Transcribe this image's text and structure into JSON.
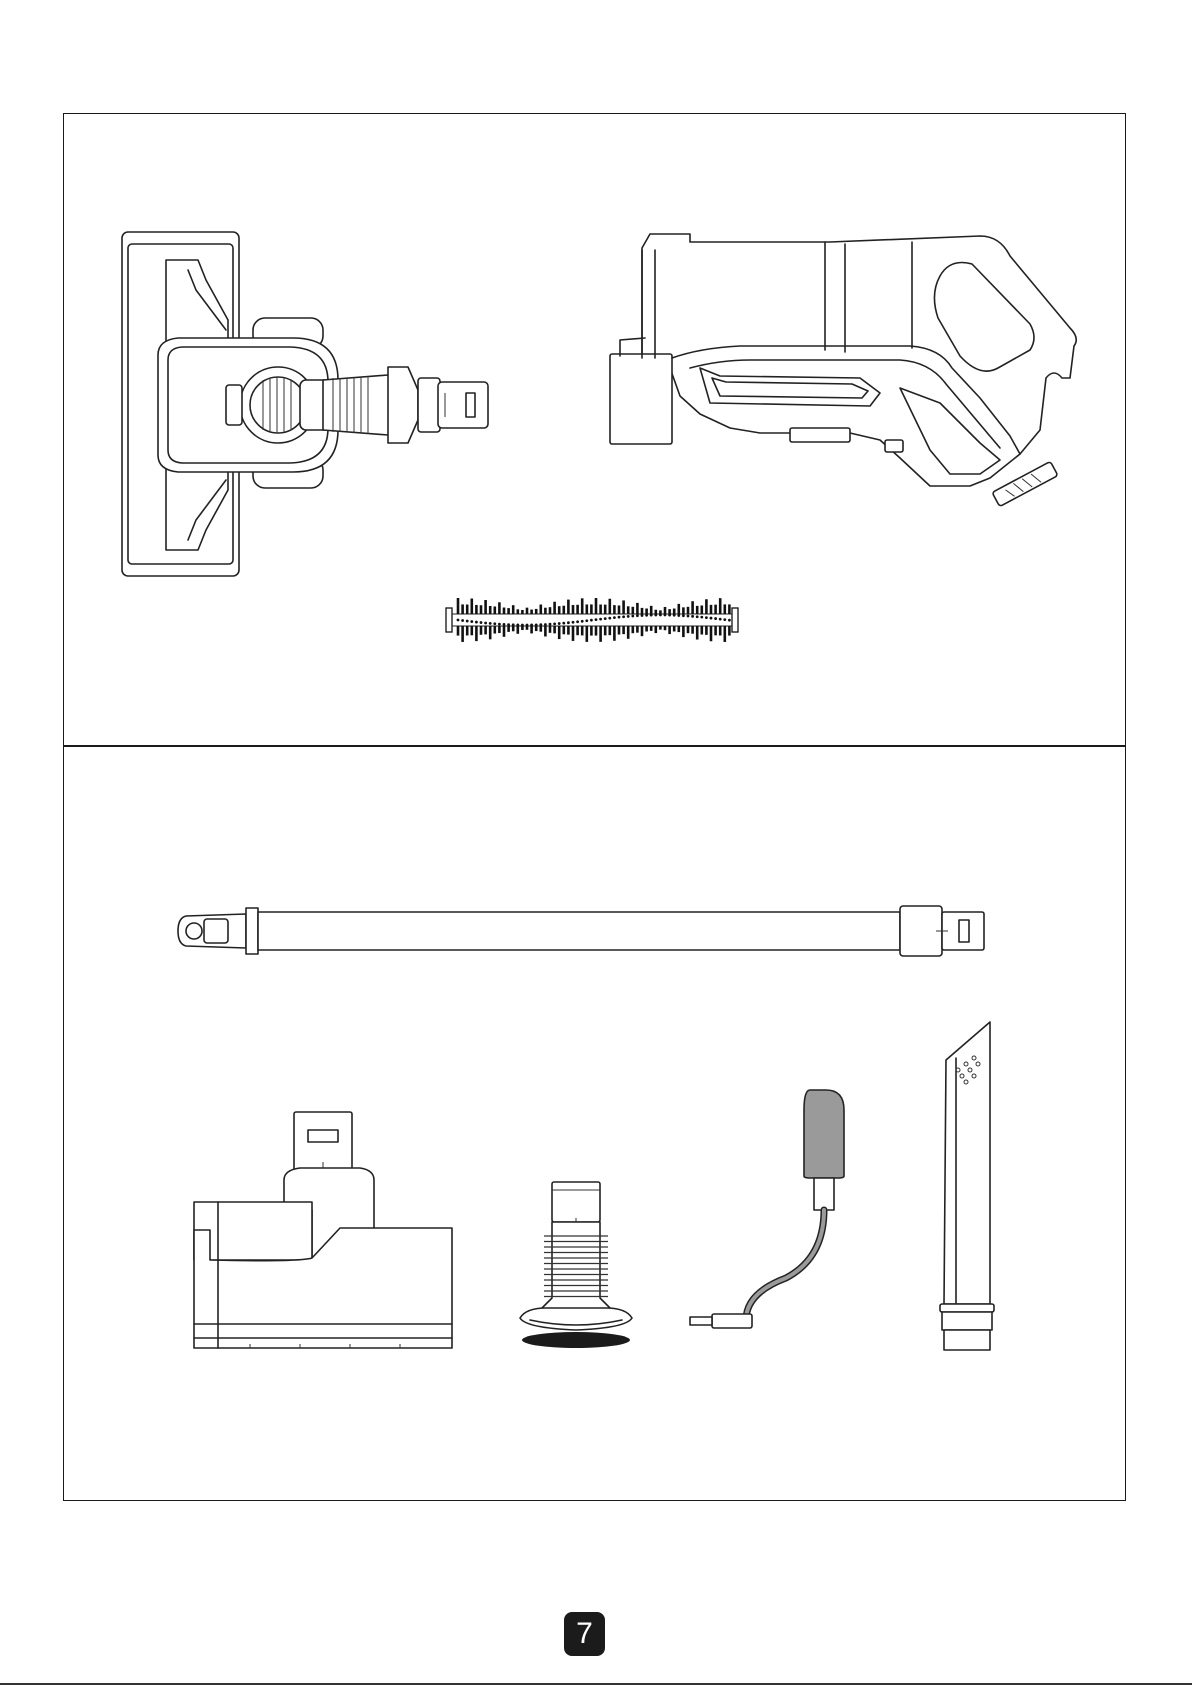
{
  "page": {
    "number": "7"
  },
  "parts": {
    "top": [
      "floor-brush-head",
      "main-unit",
      "brush-roll"
    ],
    "bottom": [
      "extension-tube",
      "mini-motorized-brush",
      "brush-attachment",
      "charger",
      "crevice-tool"
    ]
  },
  "colors": {
    "line": "#222222",
    "panel_border": "#1a1a1a",
    "badge_bg": "#1b1b1b",
    "badge_text": "#ffffff",
    "adapter_fill": "#9a9a9a"
  }
}
